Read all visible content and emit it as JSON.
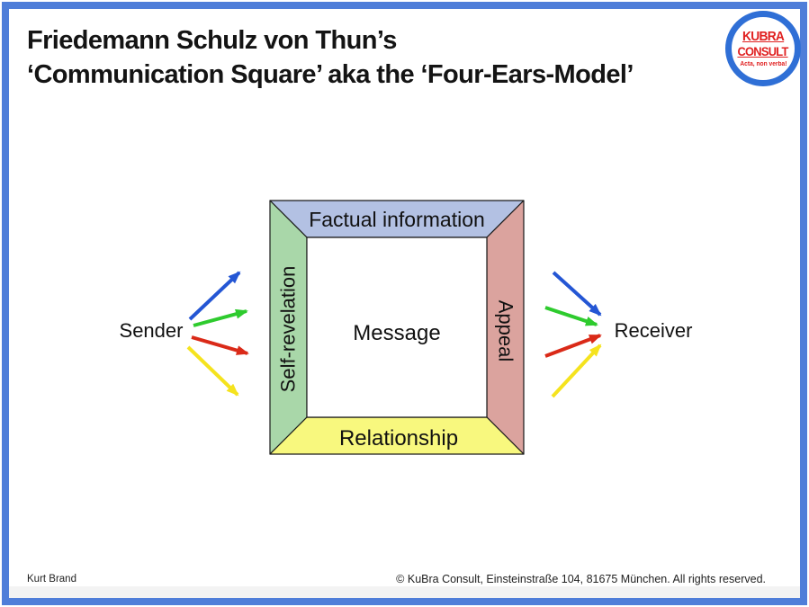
{
  "title": {
    "line1": "Friedemann Schulz von Thun’s",
    "line2": "‘Communication Square’ aka the ‘Four-Ears-Model’"
  },
  "logo": {
    "line1": "KUBRA",
    "line2": "CONSULT",
    "tagline": "Acta, non verba!"
  },
  "diagram": {
    "top_label": "Factual information",
    "left_label": "Self-revelation",
    "right_label": "Appeal",
    "bottom_label": "Relationship",
    "center_label": "Message",
    "sender_label": "Sender",
    "receiver_label": "Receiver"
  },
  "footer": {
    "left": "Kurt Brand",
    "right": "© KuBra Consult, Einsteinstraße 104, 81675 München. All rights reserved."
  },
  "colors": {
    "border": "#4f7ed9",
    "frame_top": "#b3c1e3",
    "frame_left": "#a9d7a9",
    "frame_right": "#dba39e",
    "frame_bottom": "#f8f87e",
    "arrow_blue": "#2456d4",
    "arrow_green": "#2ecb2e",
    "arrow_red": "#da2a18",
    "arrow_yellow": "#f5e31e",
    "logo_ring": "#2f6fd6",
    "logo_text": "#e02020"
  }
}
